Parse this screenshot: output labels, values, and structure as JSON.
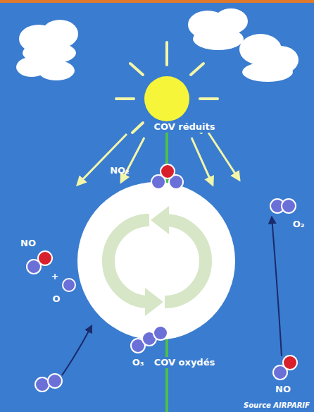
{
  "diagram": {
    "labels": [
      "COV réduits",
      "NO₂",
      "NO",
      "+",
      "O",
      "O₃",
      "COV oxydés",
      "O₂",
      "NO",
      "Source AIRPARIF"
    ]
  }
}
